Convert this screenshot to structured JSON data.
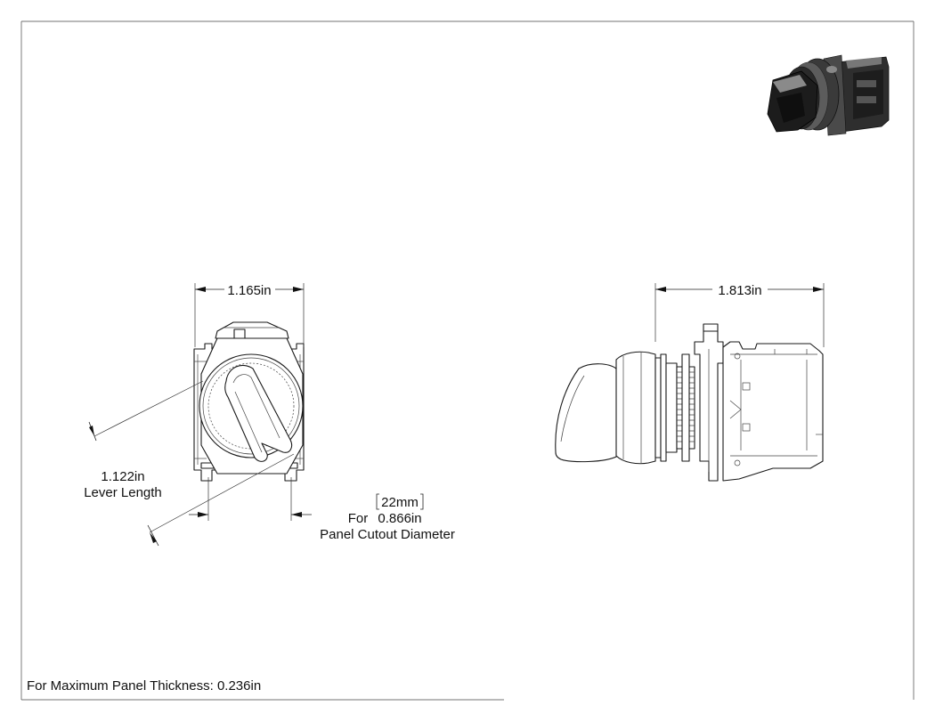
{
  "front_view": {
    "width_label": "1.165in",
    "lever_length_value": "1.122in",
    "lever_length_caption": "Lever Length",
    "cutout_metric": "22mm",
    "cutout_prefix": "For",
    "cutout_value": "0.866in",
    "cutout_caption": "Panel Cutout Diameter"
  },
  "side_view": {
    "length_label": "1.813in"
  },
  "footer": {
    "note": "For Maximum Panel Thickness: 0.236in"
  },
  "iso_view": {
    "icon": "selector-switch-3d-render"
  }
}
